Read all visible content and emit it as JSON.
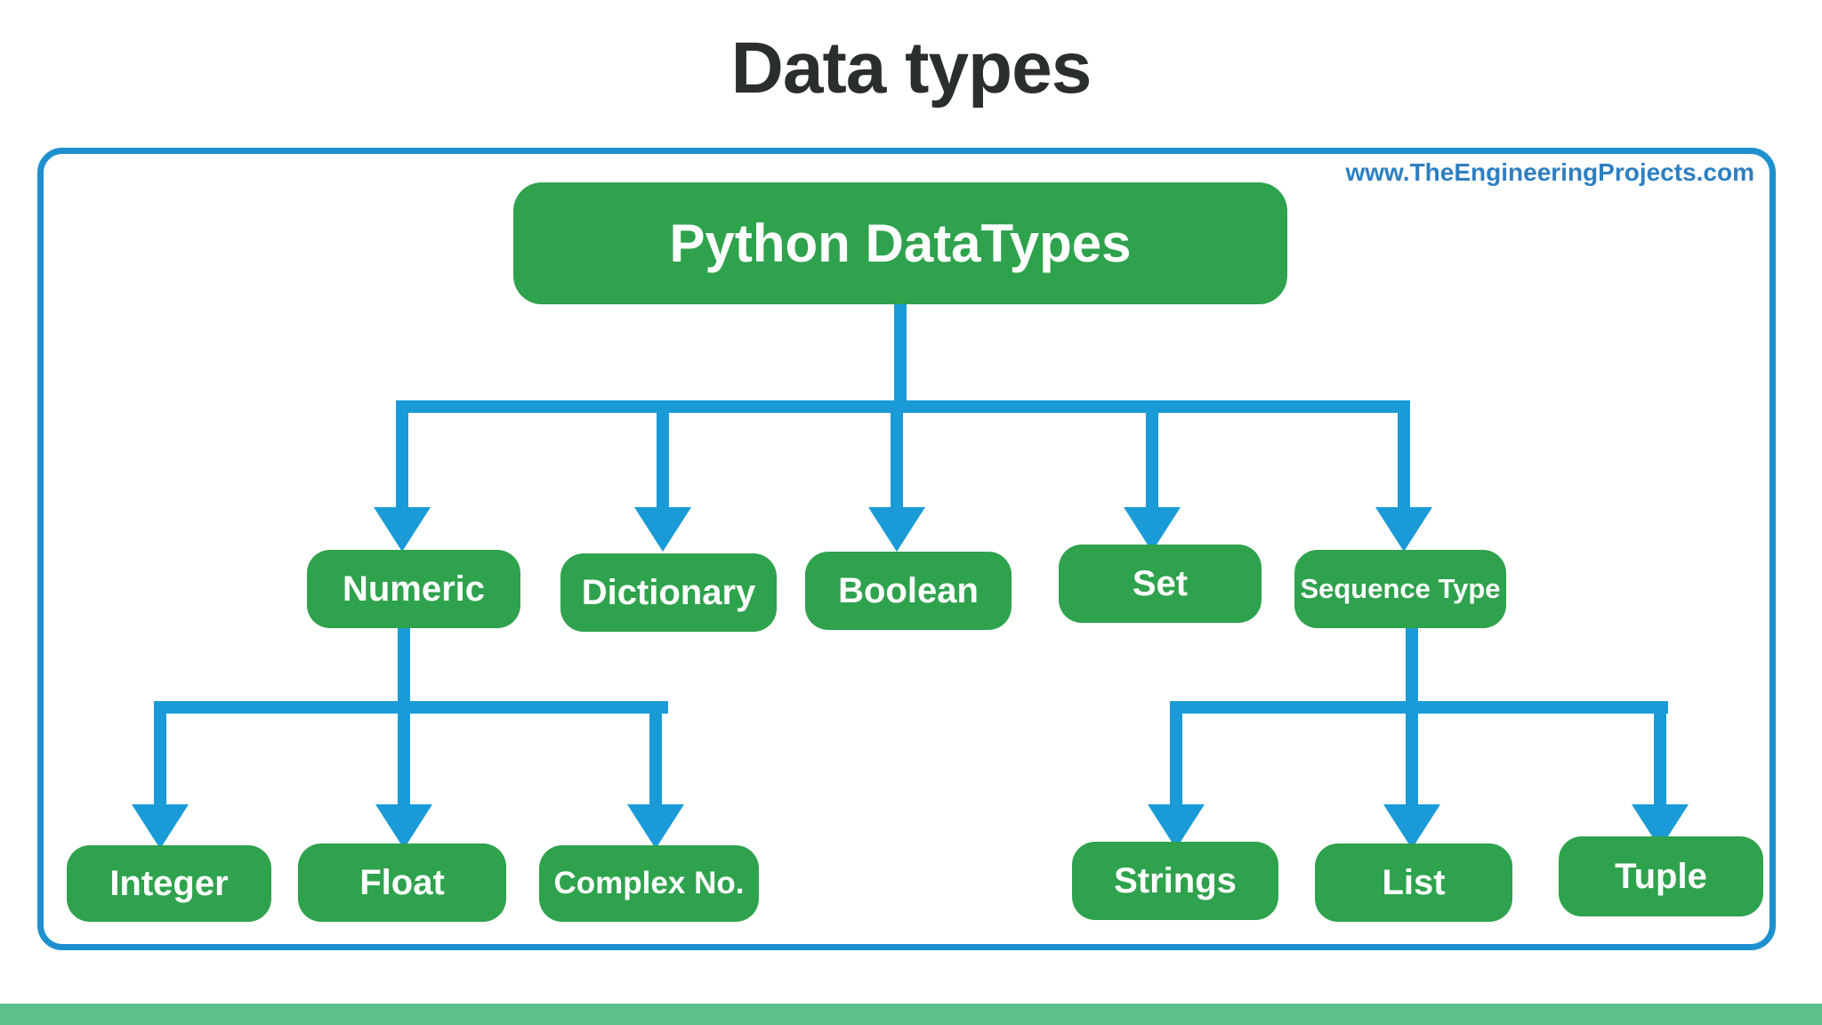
{
  "title": "Data types",
  "watermark": "www.TheEngineeringProjects.com",
  "colors": {
    "node_green": "#2fa24d",
    "connector_blue": "#1a9bd7",
    "panel_border_blue": "#1e90cf",
    "watermark_blue": "#2e7fc1",
    "footer_green": "#5cc08c",
    "title_dark": "#2b2e2e"
  },
  "nodes": {
    "root": {
      "label": "Python DataTypes"
    },
    "numeric": {
      "label": "Numeric"
    },
    "dictionary": {
      "label": "Dictionary"
    },
    "boolean": {
      "label": "Boolean"
    },
    "set": {
      "label": "Set"
    },
    "sequence": {
      "label": "Sequence Type"
    },
    "integer": {
      "label": "Integer"
    },
    "float": {
      "label": "Float"
    },
    "complex": {
      "label": "Complex No."
    },
    "strings": {
      "label": "Strings"
    },
    "list": {
      "label": "List"
    },
    "tuple": {
      "label": "Tuple"
    }
  },
  "hierarchy": {
    "root": "Python DataTypes",
    "children": [
      "Numeric",
      "Dictionary",
      "Boolean",
      "Set",
      "Sequence Type"
    ],
    "numeric_children": [
      "Integer",
      "Float",
      "Complex No."
    ],
    "sequence_children": [
      "Strings",
      "List",
      "Tuple"
    ]
  }
}
